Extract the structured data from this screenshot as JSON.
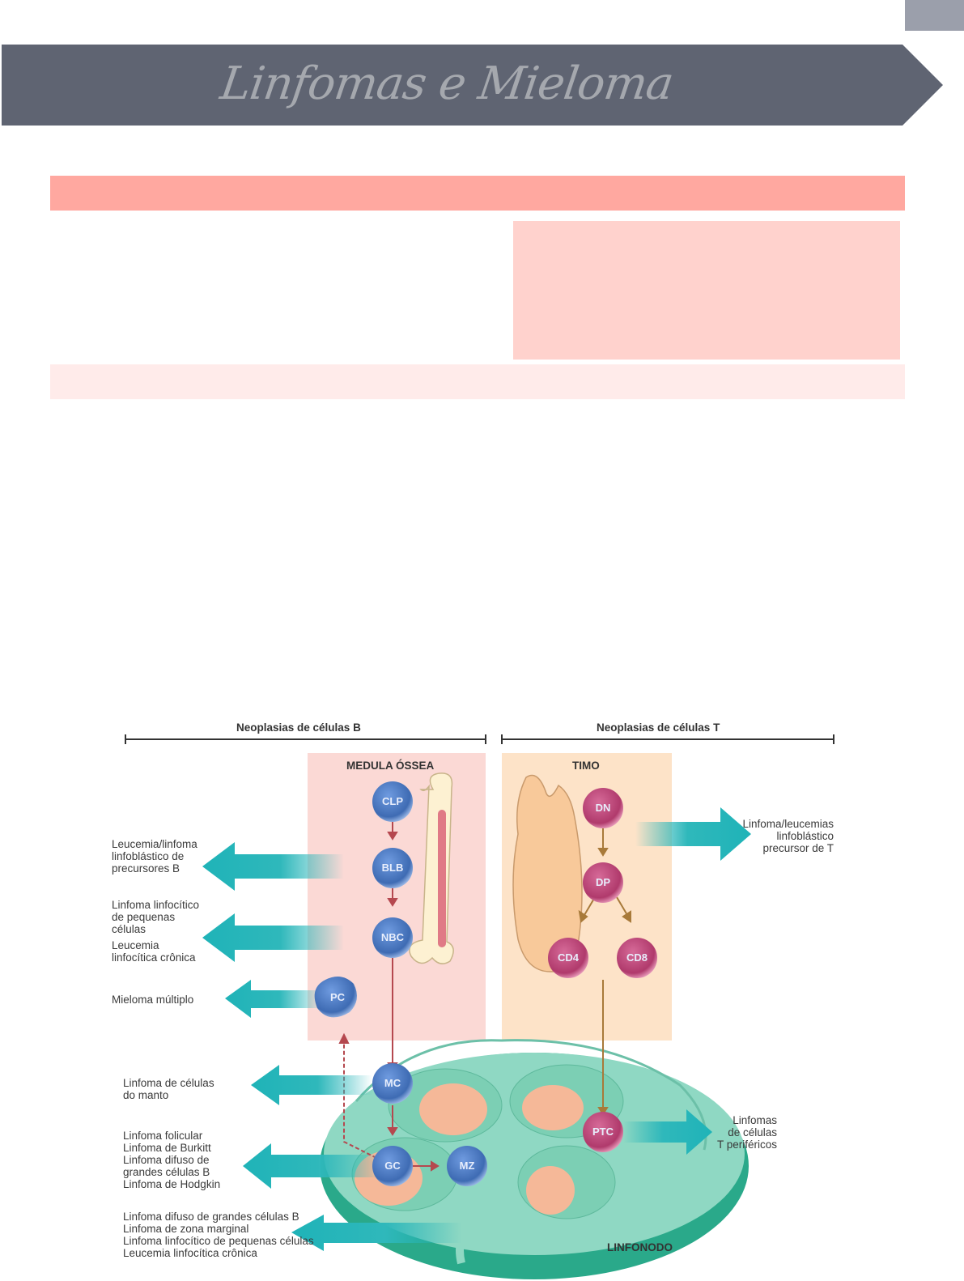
{
  "page": {
    "title": "Linfomas e Mieloma",
    "colors": {
      "banner": "#5f6472",
      "banner_text": "#a5a8ae",
      "corner_tab": "#9b9fab",
      "header_box": "#ffa8a0",
      "note_box": "#ffd2cd",
      "subheader_box": "#ffebea"
    }
  },
  "diagram": {
    "section_b": "Neoplasias de células B",
    "section_t": "Neoplasias de células T",
    "region_bone_marrow": "MEDULA ÓSSEA",
    "region_thymus": "TIMO",
    "region_lymph_node": "LINFONODO",
    "cells": {
      "clp": "CLP",
      "blb": "BLB",
      "nbc": "NBC",
      "pc": "PC",
      "mc": "MC",
      "gc": "GC",
      "mz": "MZ",
      "dn": "DN",
      "dp": "DP",
      "cd4": "CD4",
      "cd8": "CD8",
      "ptc": "PTC"
    },
    "outcomes": {
      "blb": "Leucemia/linfoma\nlinfoblástico de\nprecursores B",
      "nbc_1": "Linfoma linfocítico\nde pequenas\ncélulas",
      "nbc_2": "Leucemia\nlinfocítica crônica",
      "pc": "Mieloma múltiplo",
      "mc": "Linfoma de células\ndo manto",
      "gc": "Linfoma folicular\nLinfoma de Burkitt\nLinfoma difuso de\n grandes células B\nLinfoma de Hodgkin",
      "mz": "Linfoma difuso de grandes células B\nLinfoma de zona marginal\nLinfoma linfocítico de pequenas células\nLeucemia linfocítica crônica",
      "dn": "Linfoma/leucemias\nlinfoblástico\nprecursor de T",
      "ptc": "Linfomas\nde células\nT periféricos"
    },
    "colors": {
      "b_cell": "#4f7fc4",
      "t_cell": "#c8457a",
      "arrow": "#1fb3b8",
      "bone_marrow_bg": "#fbd9d5",
      "thymus_bg": "#fde3c8",
      "node": "#7fd1b9",
      "follicle": "#f5b898"
    }
  }
}
